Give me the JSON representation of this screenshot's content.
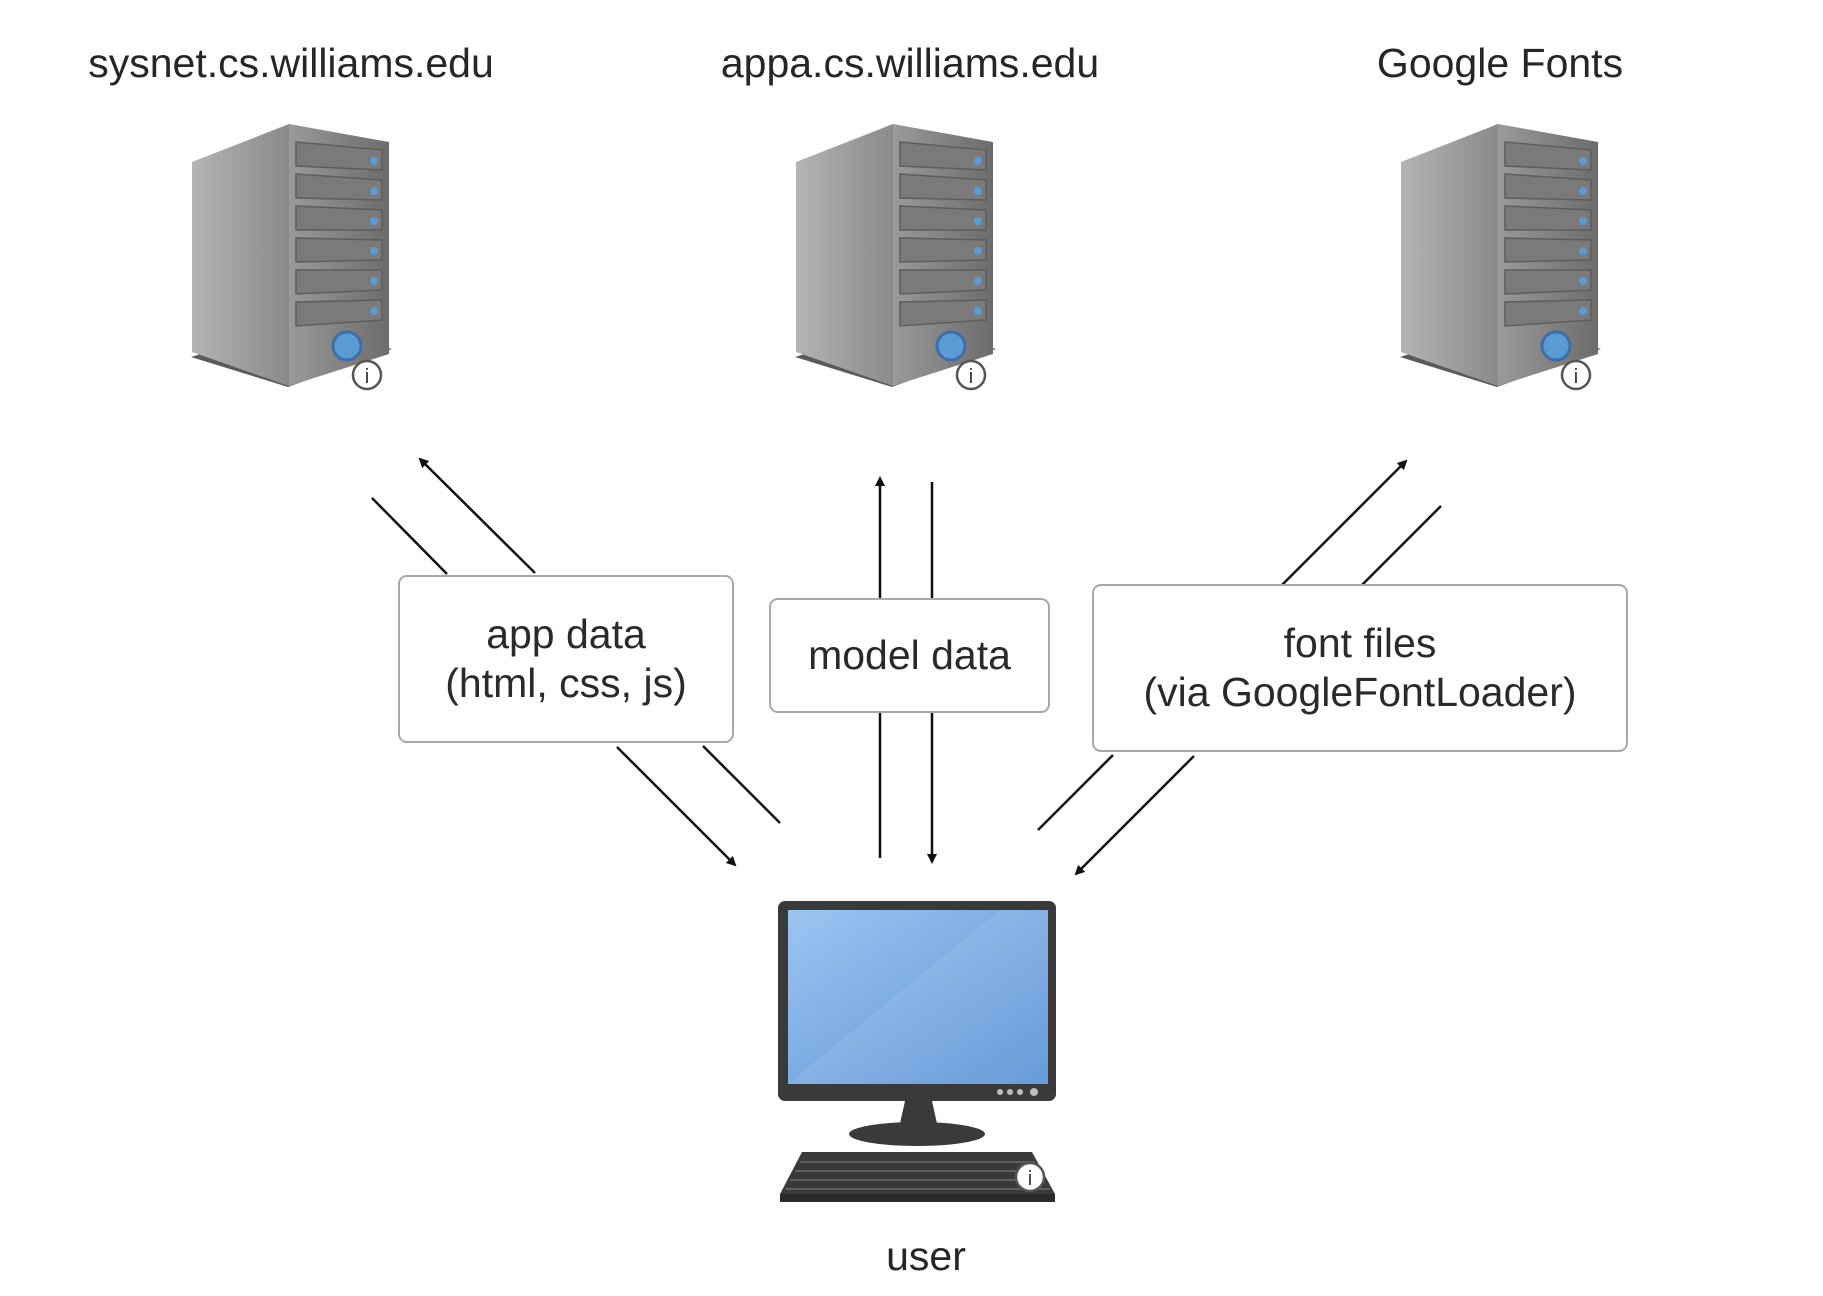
{
  "servers": [
    {
      "label": "sysnet.cs.williams.edu",
      "icon": "server-tower-icon"
    },
    {
      "label": "appa.cs.williams.edu",
      "icon": "server-tower-icon"
    },
    {
      "label": "Google Fonts",
      "icon": "server-tower-icon"
    }
  ],
  "flows": [
    {
      "line1": "app data",
      "line2": "(html, css, js)"
    },
    {
      "line1": "model data"
    },
    {
      "line1": "font files",
      "line2": "(via GoogleFontLoader)"
    }
  ],
  "client": {
    "label": "user",
    "icon": "desktop-computer-icon"
  },
  "colors": {
    "server_body": "#8c8c8c",
    "server_led": "#5b9bd5",
    "screen": "#7fb2e8",
    "monitor_frame": "#3a3a3a",
    "box_border": "#a8a8a8",
    "arrow": "#111111"
  }
}
